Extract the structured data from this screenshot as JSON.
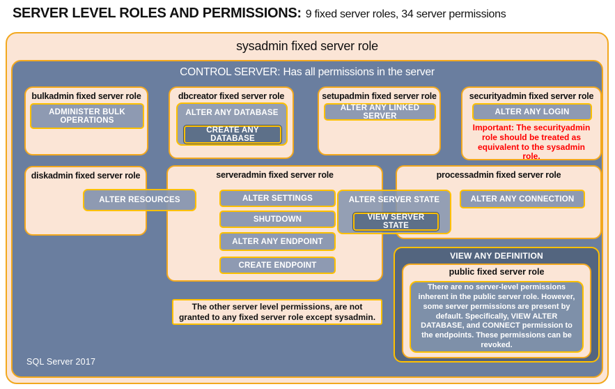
{
  "page_title": {
    "main": "SERVER LEVEL ROLES AND PERMISSIONS:",
    "subtitle": "9 fixed server roles, 34 server permissions"
  },
  "sysadmin_box": {
    "title": "sysadmin fixed server role"
  },
  "control_box": {
    "title": "CONTROL SERVER: Has all permissions in the server",
    "footer": "SQL Server 2017"
  },
  "roles": {
    "bulkadmin": {
      "title": "bulkadmin fixed server role",
      "perm": "ADMINISTER BULK OPERATIONS"
    },
    "dbcreator": {
      "title": "dbcreator fixed server role",
      "perm_outer": "ALTER ANY DATABASE",
      "perm_inner": "CREATE ANY DATABASE"
    },
    "setupadmin": {
      "title": "setupadmin fixed server role",
      "perm": "ALTER ANY LINKED SERVER"
    },
    "securityadmin": {
      "title": "securityadmin fixed server role",
      "perm": "ALTER ANY LOGIN",
      "warning": "Important: The securityadmin role should be treated as equivalent to the sysadmin role."
    },
    "diskadmin": {
      "title": "diskadmin fixed server role",
      "perm": "ALTER RESOURCES"
    },
    "serveradmin": {
      "title": "serveradmin fixed server role",
      "perms": [
        "ALTER SETTINGS",
        "SHUTDOWN",
        "ALTER ANY ENDPOINT",
        "CREATE ENDPOINT"
      ],
      "perm_outer": "ALTER SERVER STATE",
      "perm_inner": "VIEW SERVER STATE"
    },
    "processadmin": {
      "title": "processadmin fixed server role",
      "perm": "ALTER ANY CONNECTION"
    },
    "public": {
      "outer_perm": "VIEW ANY DEFINITION",
      "title": "public fixed server role",
      "description": "There are no server-level permissions inherent in the public server role. However, some server permissions are present by default. Specifically, VIEW ALTER DATABASE, and CONNECT permission to the endpoints. These permissions can be revoked."
    }
  },
  "note": "The other server level permissions, are not granted to any fixed server role except sysadmin.",
  "colors": {
    "peach": "#FBE5D6",
    "gold_border": "#F2A81E",
    "yellow_border": "#FFC000",
    "slate_blue": "#6A7E9F",
    "perm_gray": "#8595AF",
    "perm_dark": "#5D7089",
    "definition_dark": "#53657F",
    "warning_red": "#FF0000"
  }
}
